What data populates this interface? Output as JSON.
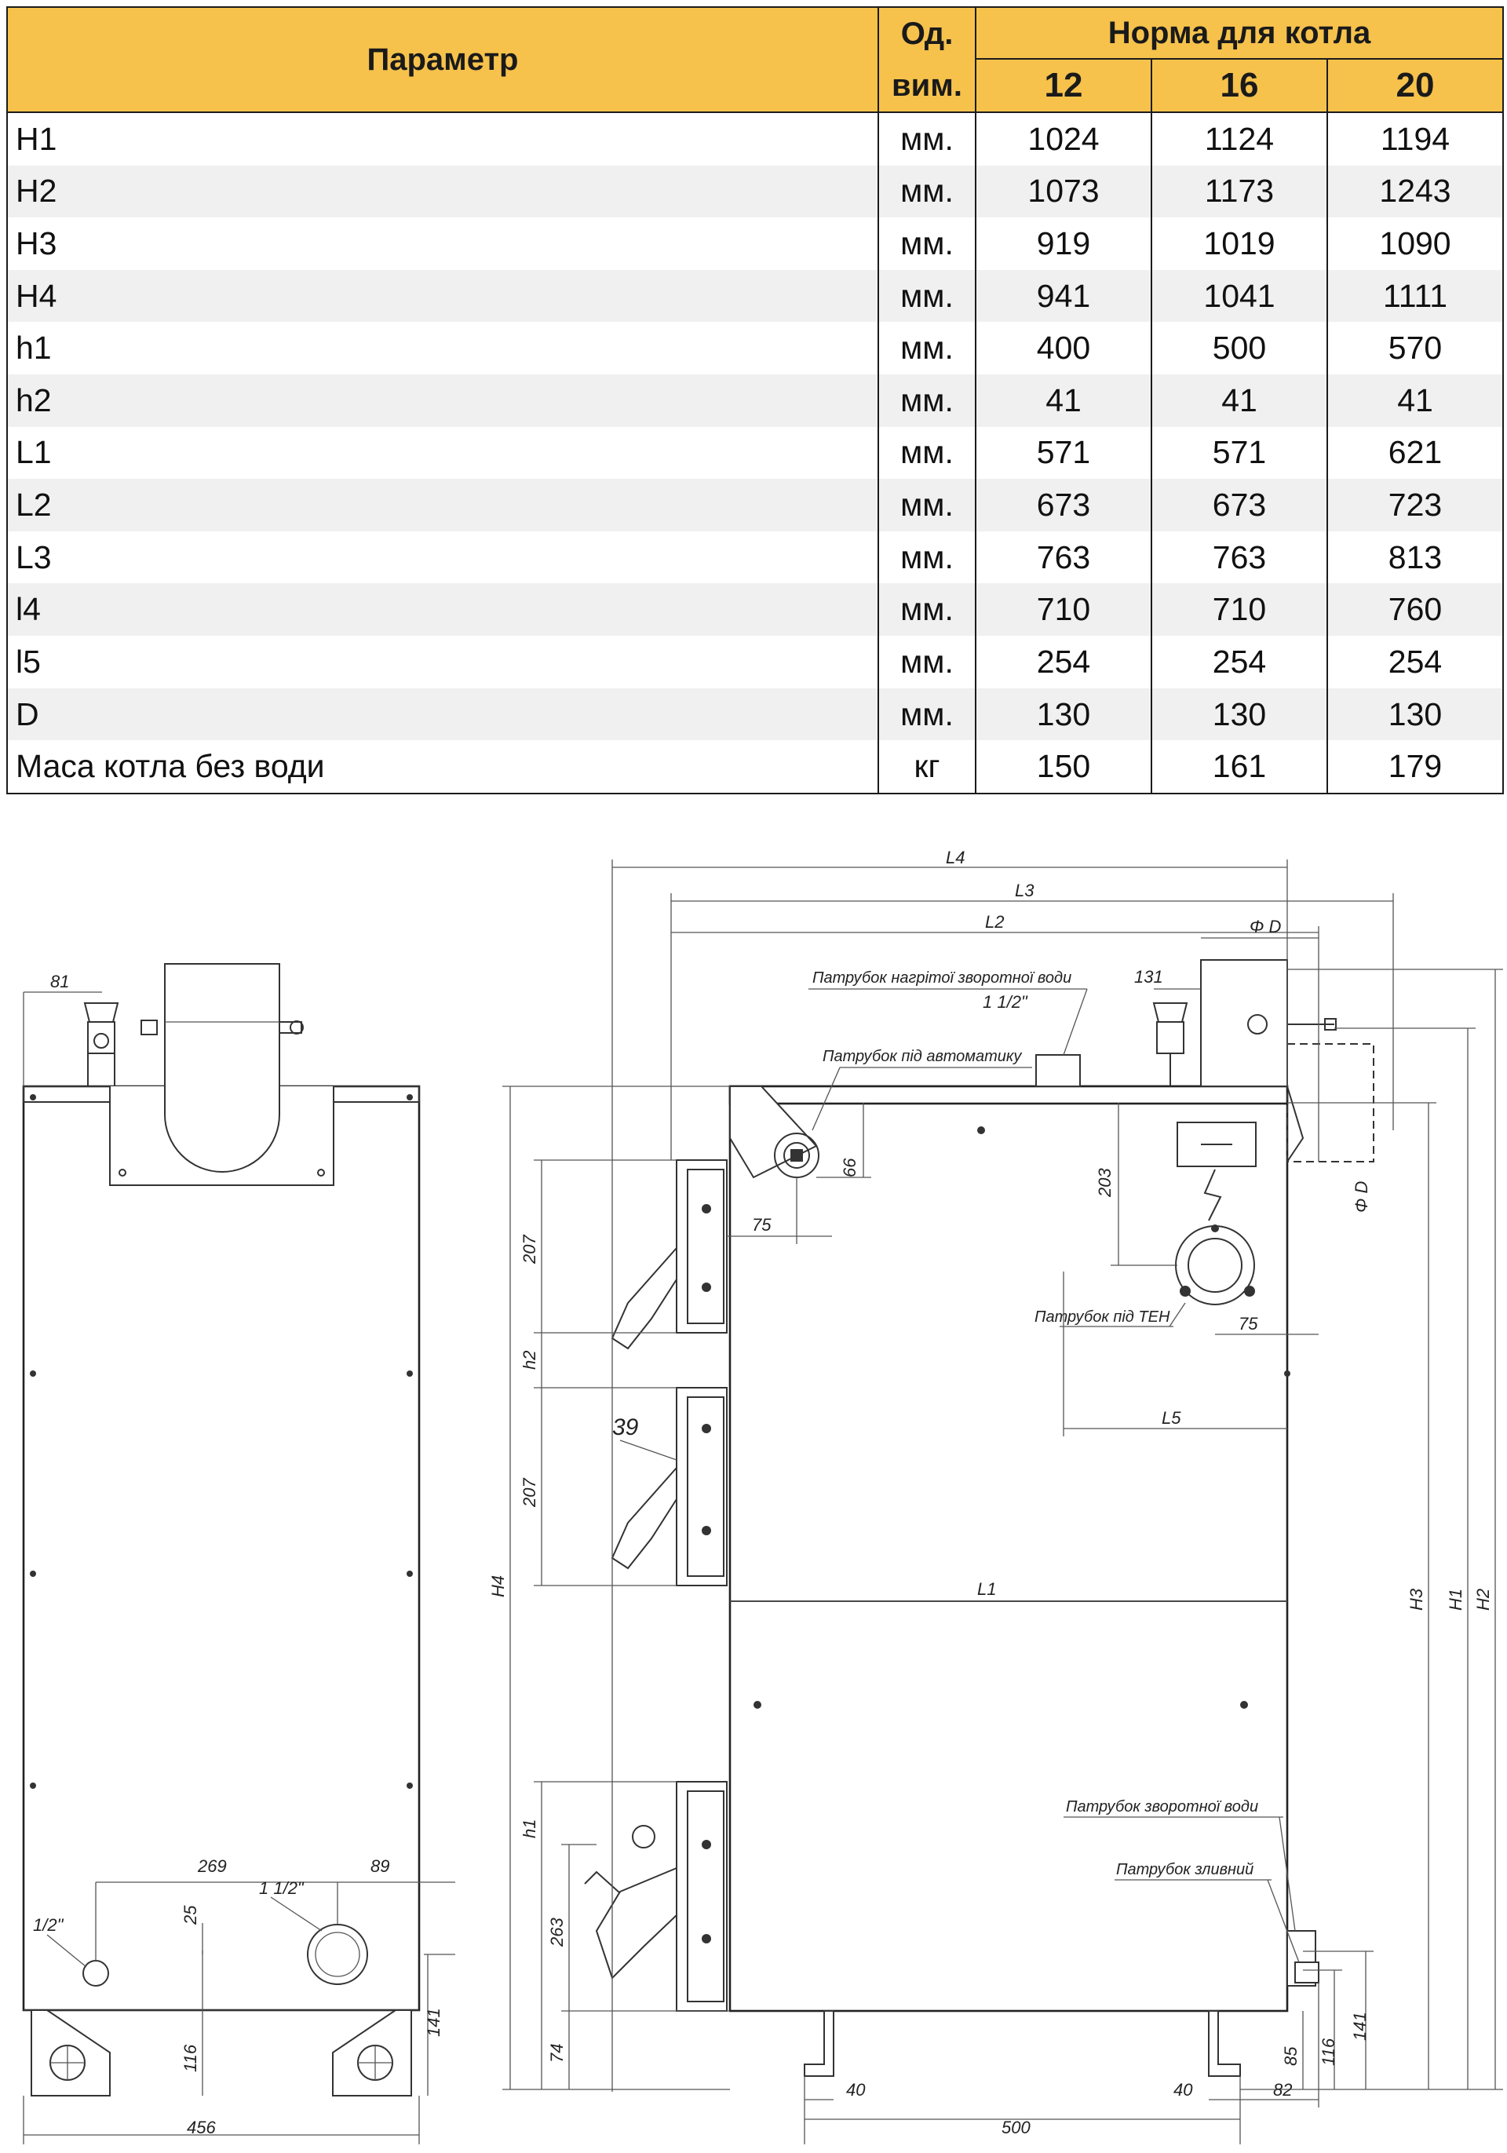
{
  "table": {
    "header": {
      "param": "Параметр",
      "unit_line1": "Од.",
      "unit_line2": "вим.",
      "norm": "Норма для котла",
      "models": [
        "12",
        "16",
        "20"
      ]
    },
    "rows": [
      {
        "param": "H1",
        "unit": "мм.",
        "values": [
          "1024",
          "1124",
          "1194"
        ]
      },
      {
        "param": "H2",
        "unit": "мм.",
        "values": [
          "1073",
          "1173",
          "1243"
        ]
      },
      {
        "param": "H3",
        "unit": "мм.",
        "values": [
          "919",
          "1019",
          "1090"
        ]
      },
      {
        "param": "H4",
        "unit": "мм.",
        "values": [
          "941",
          "1041",
          "1111"
        ]
      },
      {
        "param": "h1",
        "unit": "мм.",
        "values": [
          "400",
          "500",
          "570"
        ]
      },
      {
        "param": "h2",
        "unit": "мм.",
        "values": [
          "41",
          "41",
          "41"
        ]
      },
      {
        "param": "L1",
        "unit": "мм.",
        "values": [
          "571",
          "571",
          "621"
        ]
      },
      {
        "param": "L2",
        "unit": "мм.",
        "values": [
          "673",
          "673",
          "723"
        ]
      },
      {
        "param": "L3",
        "unit": "мм.",
        "values": [
          "763",
          "763",
          "813"
        ]
      },
      {
        "param": "l4",
        "unit": "мм.",
        "values": [
          "710",
          "710",
          "760"
        ]
      },
      {
        "param": "l5",
        "unit": "мм.",
        "values": [
          "254",
          "254",
          "254"
        ]
      },
      {
        "param": "D",
        "unit": "мм.",
        "values": [
          "130",
          "130",
          "130"
        ]
      },
      {
        "param": "Маса котла без води",
        "unit": "кг",
        "values": [
          "150",
          "161",
          "179"
        ]
      }
    ]
  },
  "drawing": {
    "front": {
      "dim_81": "81",
      "dim_269": "269",
      "dim_89": "89",
      "dim_half": "1/2\"",
      "dim_1half": "1 1/2\"",
      "dim_25": "25",
      "dim_116": "116",
      "dim_141": "141",
      "dim_456": "456"
    },
    "side": {
      "L4": "L4",
      "L3": "L3",
      "L2": "L2",
      "phiD": "Φ D",
      "phiD_v": "Φ D",
      "label_hot_water": "Патрубок нагрітої зворотної води",
      "label_thread": "1 1/2\"",
      "label_automation": "Патрубок під автоматику",
      "dim_131": "131",
      "dim_66": "66",
      "dim_75a": "75",
      "dim_203": "203",
      "label_ten": "Патрубок під ТЕН",
      "dim_75b": "75",
      "L5": "L5",
      "dim_207a": "207",
      "h2": "h2",
      "dim_39": "39",
      "dim_207b": "207",
      "H4": "H4",
      "L1": "L1",
      "H3": "H3",
      "H1": "H1",
      "H2": "H2",
      "h1": "h1",
      "dim_263": "263",
      "dim_74": "74",
      "label_return": "Патрубок зворотної води",
      "label_drain": "Патрубок зливний",
      "dim_85": "85",
      "dim_116": "116",
      "dim_141": "141",
      "dim_40a": "40",
      "dim_40b": "40",
      "dim_82": "82",
      "dim_500": "500"
    }
  }
}
